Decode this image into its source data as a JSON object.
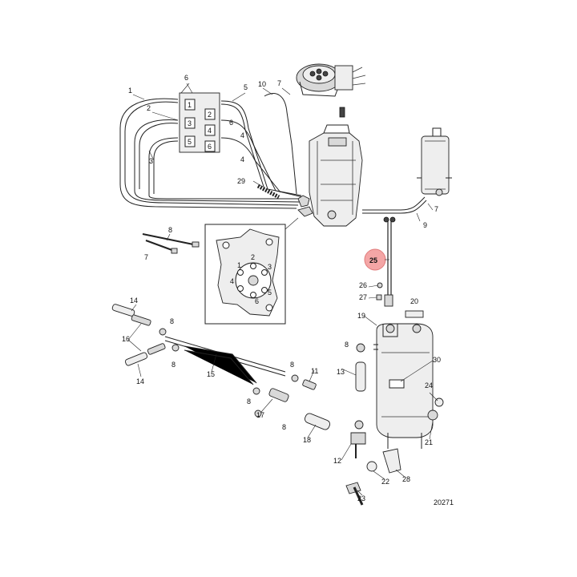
{
  "diagram_number": "20271",
  "highlight_color": "#f4a6a6",
  "highlighted_callout": "25",
  "inset_pin_numbers": [
    "1",
    "2",
    "3",
    "4",
    "5",
    "6"
  ],
  "block_numbers": [
    "1",
    "2",
    "3",
    "4",
    "5",
    "6"
  ],
  "callouts": [
    {
      "id": "c1",
      "text": "1"
    },
    {
      "id": "c2",
      "text": "2"
    },
    {
      "id": "c3",
      "text": "3"
    },
    {
      "id": "c4a",
      "text": "4"
    },
    {
      "id": "c4b",
      "text": "4"
    },
    {
      "id": "c5",
      "text": "5"
    },
    {
      "id": "c6a",
      "text": "6"
    },
    {
      "id": "c6b",
      "text": "6"
    },
    {
      "id": "c7a",
      "text": "7"
    },
    {
      "id": "c7b",
      "text": "7"
    },
    {
      "id": "c7c",
      "text": "7"
    },
    {
      "id": "c8a",
      "text": "8"
    },
    {
      "id": "c8b",
      "text": "8"
    },
    {
      "id": "c8c",
      "text": "8"
    },
    {
      "id": "c8d",
      "text": "8"
    },
    {
      "id": "c8e",
      "text": "8"
    },
    {
      "id": "c8f",
      "text": "8"
    },
    {
      "id": "c8g",
      "text": "8"
    },
    {
      "id": "c9",
      "text": "9"
    },
    {
      "id": "c10",
      "text": "10"
    },
    {
      "id": "c11",
      "text": "11"
    },
    {
      "id": "c12",
      "text": "12"
    },
    {
      "id": "c13",
      "text": "13"
    },
    {
      "id": "c14a",
      "text": "14"
    },
    {
      "id": "c14b",
      "text": "14"
    },
    {
      "id": "c15",
      "text": "15"
    },
    {
      "id": "c16",
      "text": "16"
    },
    {
      "id": "c17",
      "text": "17"
    },
    {
      "id": "c18",
      "text": "18"
    },
    {
      "id": "c19",
      "text": "19"
    },
    {
      "id": "c20",
      "text": "20"
    },
    {
      "id": "c21",
      "text": "21"
    },
    {
      "id": "c22",
      "text": "22"
    },
    {
      "id": "c23",
      "text": "23"
    },
    {
      "id": "c24",
      "text": "24"
    },
    {
      "id": "c26",
      "text": "26"
    },
    {
      "id": "c27",
      "text": "27"
    },
    {
      "id": "c28",
      "text": "28"
    },
    {
      "id": "c29",
      "text": "29"
    },
    {
      "id": "c30",
      "text": "30"
    }
  ]
}
